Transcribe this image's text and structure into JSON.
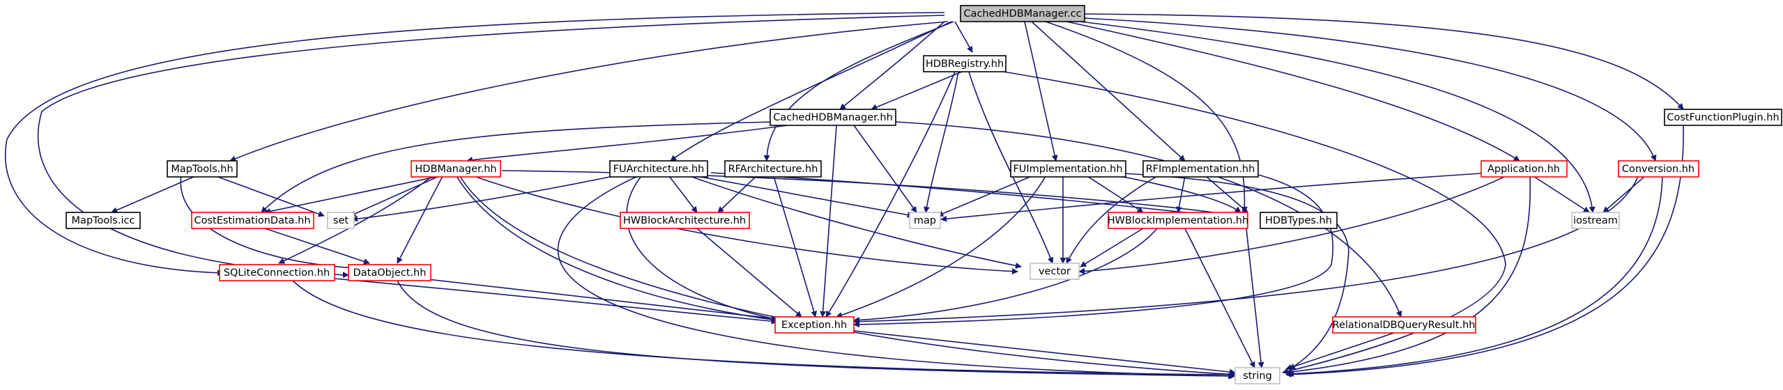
{
  "diagram": {
    "colors": {
      "edge": "#191970",
      "root_fill": "#bfbfbf",
      "documented_border": "#000000",
      "incomplete_border": "#ff0000",
      "system_border": "#bfbfbf"
    },
    "nodes": {
      "root": "CachedHDBManager.cc",
      "hdb_registry": "HDBRegistry.hh",
      "cached_hdb_manager_hh": "CachedHDBManager.hh",
      "cost_function_plugin": "CostFunctionPlugin.hh",
      "map_tools": "MapTools.hh",
      "hdb_manager": "HDBManager.hh",
      "fu_architecture": "FUArchitecture.hh",
      "rf_architecture": "RFArchitecture.hh",
      "fu_implementation": "FUImplementation.hh",
      "rf_implementation": "RFImplementation.hh",
      "application": "Application.hh",
      "conversion": "Conversion.hh",
      "map_tools_icc": "MapTools.icc",
      "cost_estimation_data": "CostEstimationData.hh",
      "set": "set",
      "hw_block_architecture": "HWBlockArchitecture.hh",
      "map": "map",
      "hw_block_implementation": "HWBlockImplementation.hh",
      "hdb_types": "HDBTypes.hh",
      "iostream": "iostream",
      "sqlite_connection": "SQLiteConnection.hh",
      "data_object": "DataObject.hh",
      "vector": "vector",
      "exception": "Exception.hh",
      "relational_db_query_result": "RelationalDBQueryResult.hh",
      "string": "string"
    }
  }
}
